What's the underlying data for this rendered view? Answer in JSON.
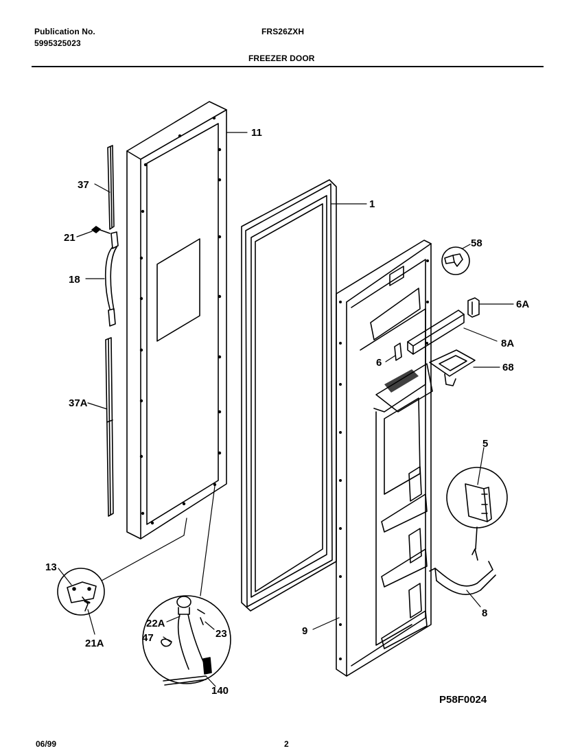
{
  "header": {
    "publication_label": "Publication No.",
    "publication_number": "5995325023",
    "model": "FRS26ZXH",
    "section_title": "FREEZER DOOR"
  },
  "callouts": {
    "p11": "11",
    "p1": "1",
    "p37": "37",
    "p21": "21",
    "p18": "18",
    "p37a": "37A",
    "p58": "58",
    "p6a": "6A",
    "p8a": "8A",
    "p6": "6",
    "p68": "68",
    "p5": "5",
    "p8": "8",
    "p9": "9",
    "p13": "13",
    "p21a": "21A",
    "p22a": "22A",
    "p23": "23",
    "p47": "47",
    "p140": "140"
  },
  "drawing_ref": "P58F0024",
  "footer": {
    "date": "06/99",
    "page": "2"
  }
}
